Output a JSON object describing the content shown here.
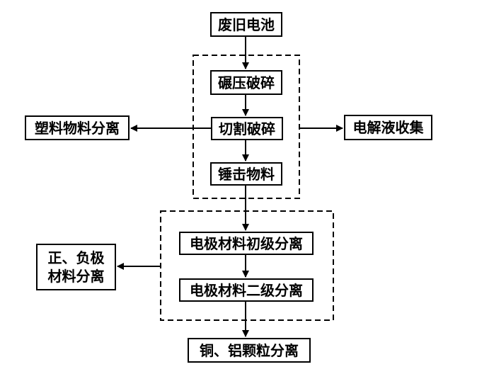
{
  "diagram": {
    "nodes": {
      "waste_battery": "废旧电池",
      "roll_crush": "碾压破碎",
      "cut_crush": "切割破碎",
      "hammer": "锤击物料",
      "plastic_sep": "塑料物料分离",
      "electrolyte": "电解液收集",
      "primary_sep": "电极材料初级分离",
      "secondary_sep": "电极材料二级分离",
      "pos_neg_sep": "正、负极\n材料分离",
      "cu_al_sep": "铜、铝颗粒分离"
    },
    "edges": [
      {
        "from": "waste_battery",
        "to": "roll_crush"
      },
      {
        "from": "roll_crush",
        "to": "cut_crush"
      },
      {
        "from": "cut_crush",
        "to": "hammer"
      },
      {
        "from": "crush_group",
        "to": "plastic_sep"
      },
      {
        "from": "crush_group",
        "to": "electrolyte"
      },
      {
        "from": "hammer",
        "to": "primary_sep"
      },
      {
        "from": "primary_sep",
        "to": "secondary_sep"
      },
      {
        "from": "separation_group",
        "to": "pos_neg_sep"
      },
      {
        "from": "secondary_sep",
        "to": "cu_al_sep"
      }
    ],
    "groups": [
      "crush_group",
      "separation_group"
    ]
  }
}
